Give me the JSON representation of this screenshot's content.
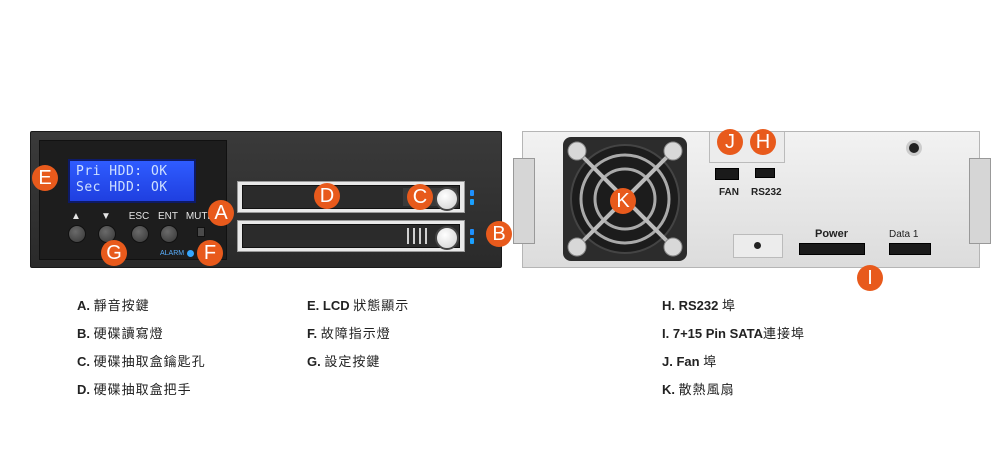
{
  "lcd": {
    "line1": "Pri HDD: OK",
    "line2": "Sec HDD: OK"
  },
  "front_buttons": {
    "up": "▲",
    "down": "▼",
    "esc": "ESC",
    "ent": "ENT",
    "mute": "MUTE",
    "alarm": "ALARM"
  },
  "rear_labels": {
    "fan": "FAN",
    "rs232": "RS232",
    "power": "Power",
    "data": "Data 1"
  },
  "callouts": {
    "A": "A",
    "B": "B",
    "C": "C",
    "D": "D",
    "E": "E",
    "F": "F",
    "G": "G",
    "H": "H",
    "I": "I",
    "J": "J",
    "K": "K"
  },
  "legend": [
    {
      "key": "A.",
      "text": "靜音按鍵"
    },
    {
      "key": "B.",
      "text": "硬碟讀寫燈"
    },
    {
      "key": "C.",
      "text": "硬碟抽取盒鑰匙孔"
    },
    {
      "key": "D.",
      "text": "硬碟抽取盒把手"
    },
    {
      "key": "E. LCD",
      "text": "狀態顯示"
    },
    {
      "key": "F.",
      "text": "故障指示燈"
    },
    {
      "key": "G.",
      "text": "設定按鍵"
    },
    {
      "key": "H. RS232",
      "text": "埠"
    },
    {
      "key": "I.  7+15 Pin SATA",
      "text": "連接埠"
    },
    {
      "key": "J. Fan",
      "text": "埠"
    },
    {
      "key": "K.",
      "text": "散熱風扇"
    }
  ],
  "colors": {
    "callout": "#e85a1c",
    "lcd_background": "#2f5cff",
    "led": "#1e90ff"
  }
}
